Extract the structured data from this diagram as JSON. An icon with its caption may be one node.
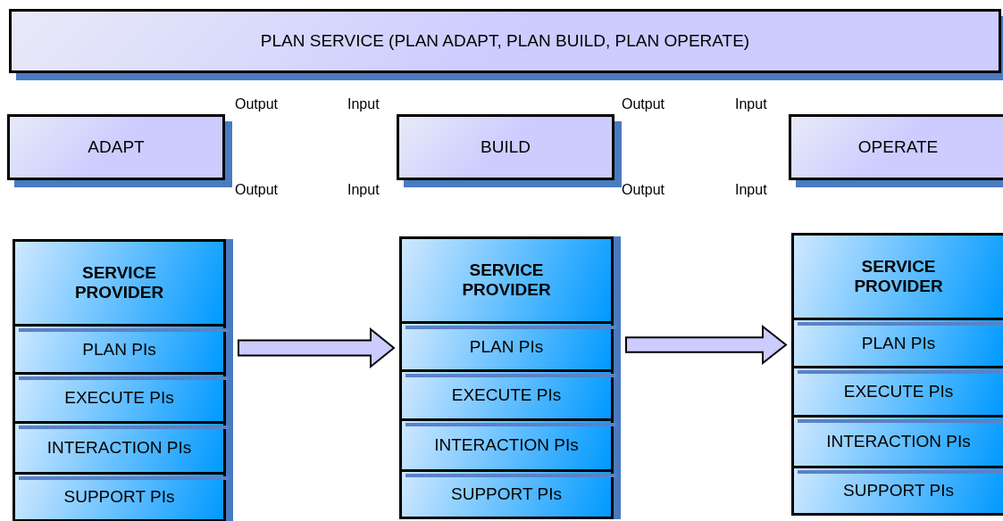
{
  "diagram": {
    "nodes": [
      {
        "text": [
          "PLAN SERVICE (PLAN ADAPT, PLAN BUILD, PLAN OPERATE)"
        ]
      },
      {
        "text": [
          "ADAPT"
        ]
      },
      {
        "text": [
          "BUILD"
        ]
      },
      {
        "text": [
          "OPERATE"
        ]
      },
      {
        "text": [
          "SERVICE PROVIDER"
        ]
      },
      {
        "text": [
          "PLAN PIs"
        ]
      },
      {
        "text": [
          "EXECUTE PIs"
        ]
      },
      {
        "text": [
          "INTERACTION PIs"
        ]
      },
      {
        "text": [
          "SUPPORT PIs"
        ]
      },
      {
        "text": [
          "SERVICE PROVIDER"
        ]
      },
      {
        "text": [
          "PLAN PIs"
        ]
      },
      {
        "text": [
          "EXECUTE PIs"
        ]
      },
      {
        "text": [
          "INTERACTION PIs"
        ]
      },
      {
        "text": [
          "SUPPORT PIs"
        ]
      },
      {
        "text": [
          "SERVICE PROVIDER"
        ]
      },
      {
        "text": [
          "PLAN PIs"
        ]
      },
      {
        "text": [
          "EXECUTE PIs"
        ]
      },
      {
        "text": [
          "INTERACTION PIs"
        ]
      },
      {
        "text": [
          "SUPPORT PIs"
        ]
      }
    ],
    "edges": [
      {
        "from": 5,
        "to": 10,
        "arrow": "to"
      },
      {
        "from": 10,
        "to": 15,
        "arrow": "to"
      }
    ],
    "labels": [
      "Output",
      "Input",
      "Output",
      "Input",
      "Output",
      "Input",
      "Output",
      "Input"
    ]
  }
}
